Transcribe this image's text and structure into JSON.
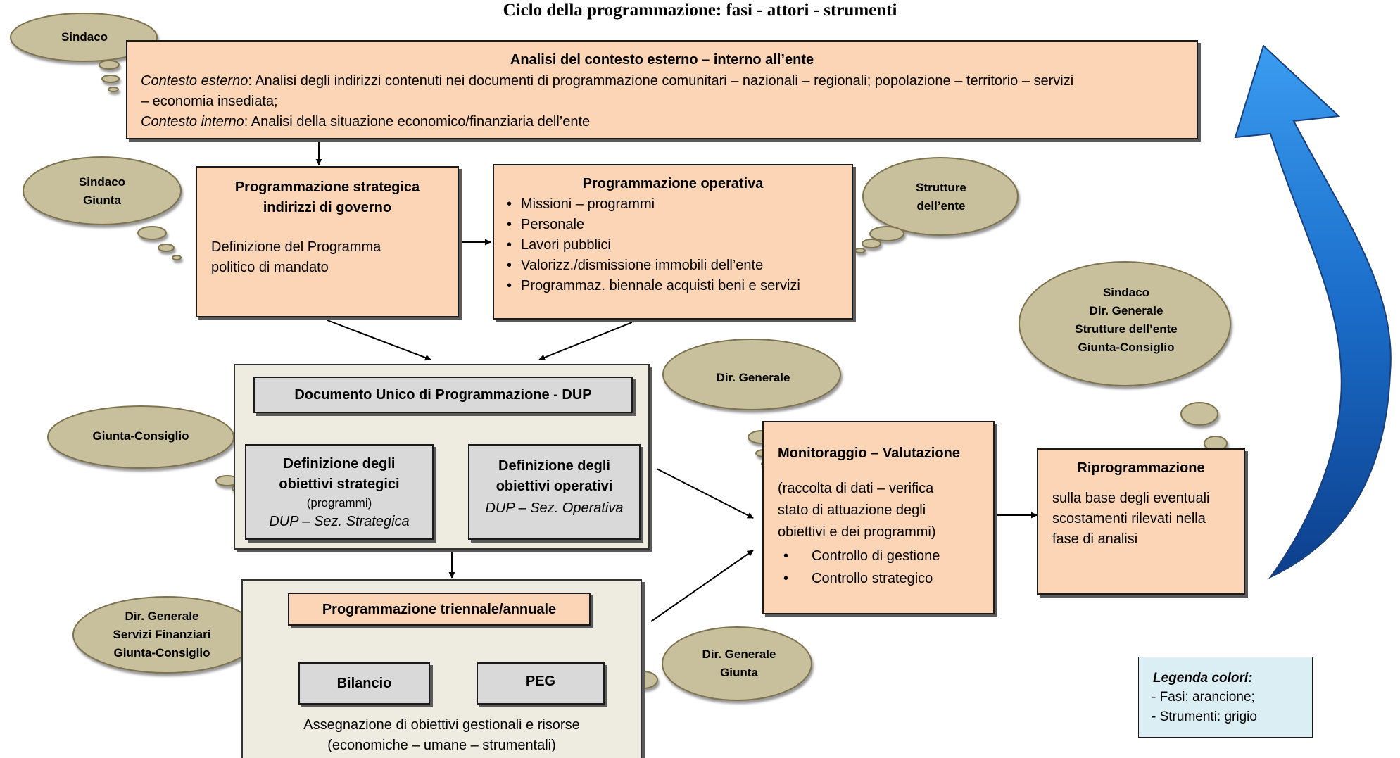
{
  "title": "Ciclo della programmazione: fasi - attori - strumenti",
  "clouds": {
    "sindaco_top": "Sindaco",
    "sindaco_giunta": [
      "Sindaco",
      "Giunta"
    ],
    "strutture": [
      "Strutture",
      "dell’ente"
    ],
    "dir_generale": "Dir. Generale",
    "giunta_consiglio": "Giunta-Consiglio",
    "riprogrammazione_actors": [
      "Sindaco",
      "Dir. Generale",
      "Strutture dell’ente",
      "Giunta-Consiglio"
    ],
    "dir_servizi": [
      "Dir. Generale",
      "Servizi Finanziari",
      "Giunta-Consiglio"
    ],
    "dir_giunta": [
      "Dir. Generale",
      "Giunta"
    ]
  },
  "analisi": {
    "title": "Analisi del contesto esterno – interno all’ente",
    "esterno_label": "Contesto esterno",
    "esterno_text_1": ": Analisi degli indirizzi contenuti nei documenti di programmazione comunitari – nazionali – regionali; popolazione – territorio – servizi",
    "esterno_text_2": "– economia insediata;",
    "interno_label": "Contesto interno",
    "interno_text": ": Analisi della  situazione economico/finanziaria dell’ente"
  },
  "strategica": {
    "title_1": "Programmazione strategica",
    "title_2": "indirizzi di governo",
    "text_1": "Definizione del Programma",
    "text_2": "politico di mandato"
  },
  "operativa": {
    "title": "Programmazione operativa",
    "items": [
      "Missioni – programmi",
      "Personale",
      "Lavori pubblici",
      "Valorizz./dismissione immobili dell’ente",
      "Programmaz. biennale acquisti beni e servizi"
    ]
  },
  "dup": {
    "title": "Documento Unico di Programmazione - DUP",
    "strat_1": "Definizione degli",
    "strat_2": "obiettivi strategici",
    "strat_3": "(programmi)",
    "strat_4": "DUP – Sez. Strategica",
    "oper_1": "Definizione degli",
    "oper_2": "obiettivi operativi",
    "oper_3": "DUP – Sez. Operativa"
  },
  "triennale": {
    "title": "Programmazione triennale/annuale",
    "bilancio": "Bilancio",
    "peg": "PEG",
    "text_1": "Assegnazione di obiettivi gestionali e risorse",
    "text_2": "(economiche – umane – strumentali)"
  },
  "monitoraggio": {
    "title": "Monitoraggio  –  Valutazione",
    "text_1": "(raccolta di dati – verifica",
    "text_2": "stato di attuazione degli",
    "text_3": "obiettivi e dei programmi)",
    "items": [
      "Controllo di gestione",
      "Controllo strategico"
    ]
  },
  "riprogrammazione": {
    "title": "Riprogrammazione",
    "text_1": "sulla base degli eventuali",
    "text_2": "scostamenti rilevati nella",
    "text_3": "fase di analisi"
  },
  "legend": {
    "title": "Legenda colori:",
    "items": [
      "- Fasi: arancione;",
      "- Strumenti: grigio"
    ]
  },
  "colors": {
    "phase": "#fbd5b5",
    "tool": "#d9d9d9",
    "container": "#eeece1",
    "cloud": "#c8c09c",
    "legend": "#dbeef4",
    "cycle_arrow": "#1f6fc0"
  }
}
